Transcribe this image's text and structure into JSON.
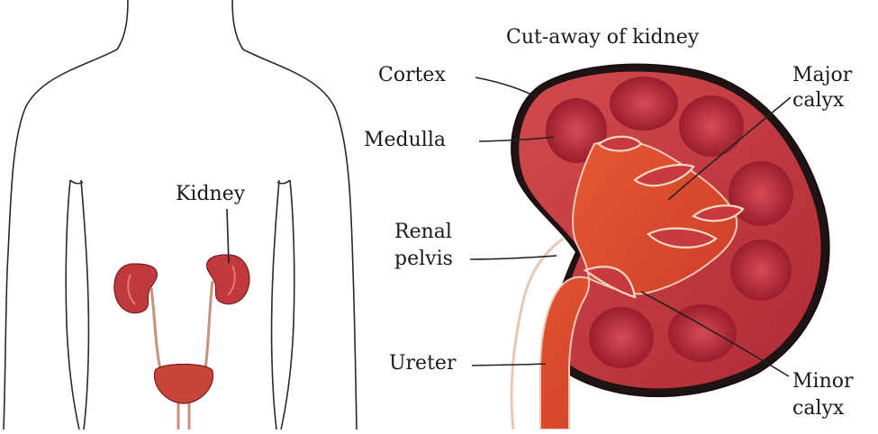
{
  "body_figure": {
    "kidney_label": "Kidney"
  },
  "cutaway": {
    "title": "Cut-away of kidney",
    "labels": {
      "cortex": "Cortex",
      "medulla": "Medulla",
      "renal_pelvis_line1": "Renal",
      "renal_pelvis_line2": "pelvis",
      "ureter": "Ureter",
      "major_calyx_line1": "Major",
      "major_calyx_line2": "calyx",
      "minor_calyx_line1": "Minor",
      "minor_calyx_line2": "calyx"
    }
  },
  "colors": {
    "outline": "#2a2a2a",
    "kidney_outer": "#a7252c",
    "cortex": "#c83a3f",
    "pyramid": "#9c1e2e",
    "pelvis": "#d6452f",
    "kidney_small": "#c0393c",
    "bladder": "#c8453a"
  }
}
